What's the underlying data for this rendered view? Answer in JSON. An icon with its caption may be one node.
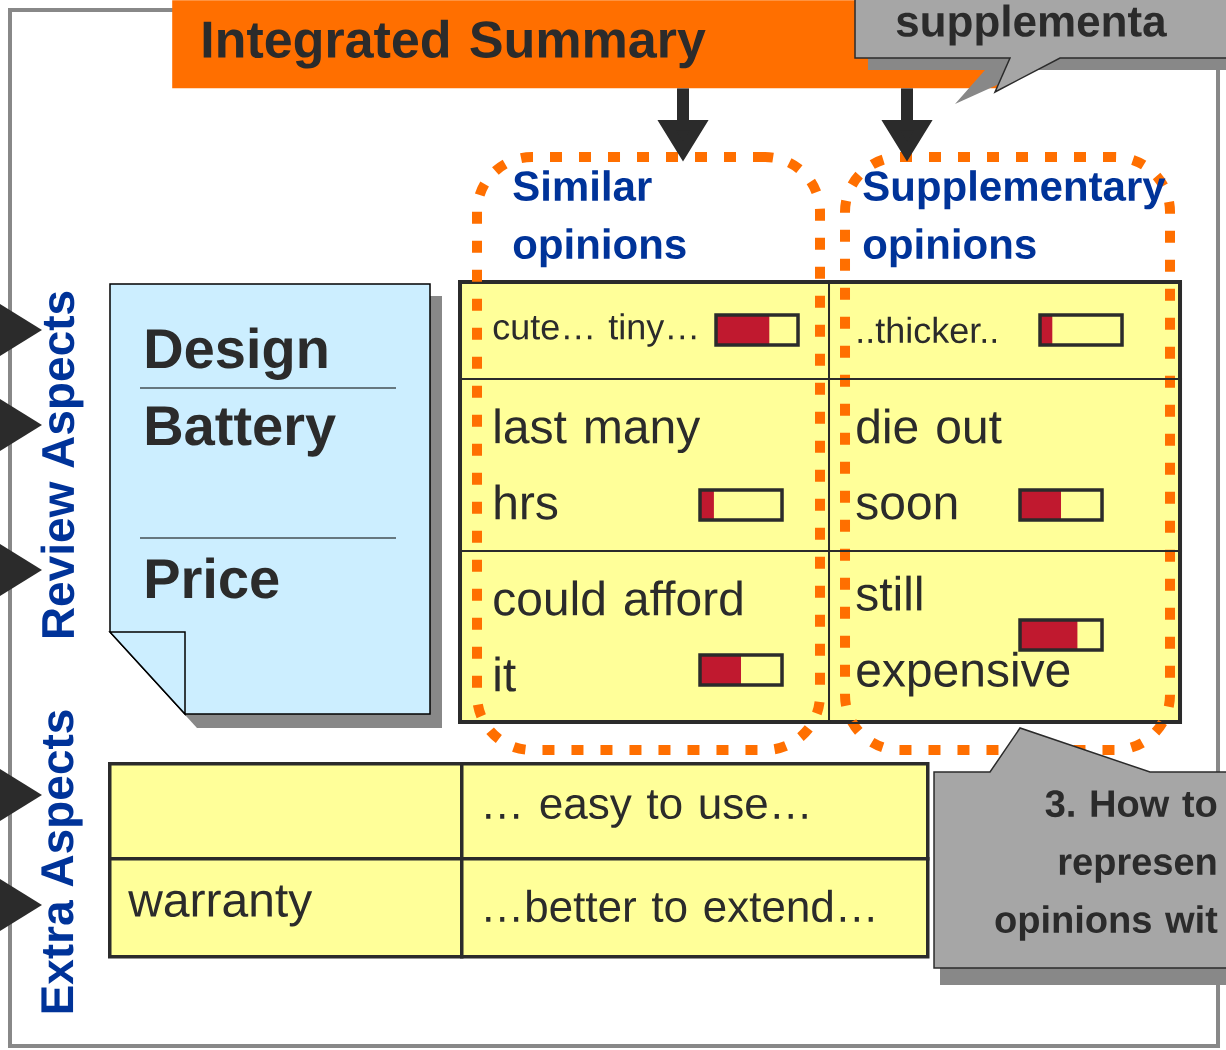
{
  "diagram": {
    "nodes": [
      {
        "text": [
          "Integrated Summary"
        ]
      },
      {
        "text": [
          "supplementa"
        ]
      },
      {
        "text": [
          "Similar opinions"
        ]
      },
      {
        "text": [
          "Supplementary opinions"
        ]
      },
      {
        "text": [
          "Design",
          "Battery",
          "Price"
        ]
      },
      {
        "text": [
          "cute… tiny…"
        ],
        "in": 2
      },
      {
        "text": [
          "..thicker.."
        ],
        "in": 3
      },
      {
        "text": [
          "last many hrs"
        ],
        "in": 2
      },
      {
        "text": [
          "die out soon"
        ],
        "in": 3
      },
      {
        "text": [
          "could afford it"
        ],
        "in": 2
      },
      {
        "text": [
          "still expensive"
        ],
        "in": 3
      },
      {
        "text": [],
        "shape": "box"
      },
      {
        "text": [
          "… easy to use…"
        ]
      },
      {
        "text": [
          "warranty"
        ]
      },
      {
        "text": [
          "…better to extend…"
        ]
      },
      {
        "text": [
          "3. How to represen opinions wit"
        ]
      }
    ],
    "edges": [
      {
        "from": 0,
        "to": 2,
        "arrow": "to"
      },
      {
        "from": 0,
        "to": 3,
        "arrow": "to"
      }
    ],
    "labels": [
      "Review Aspects",
      "Extra Aspects"
    ]
  }
}
